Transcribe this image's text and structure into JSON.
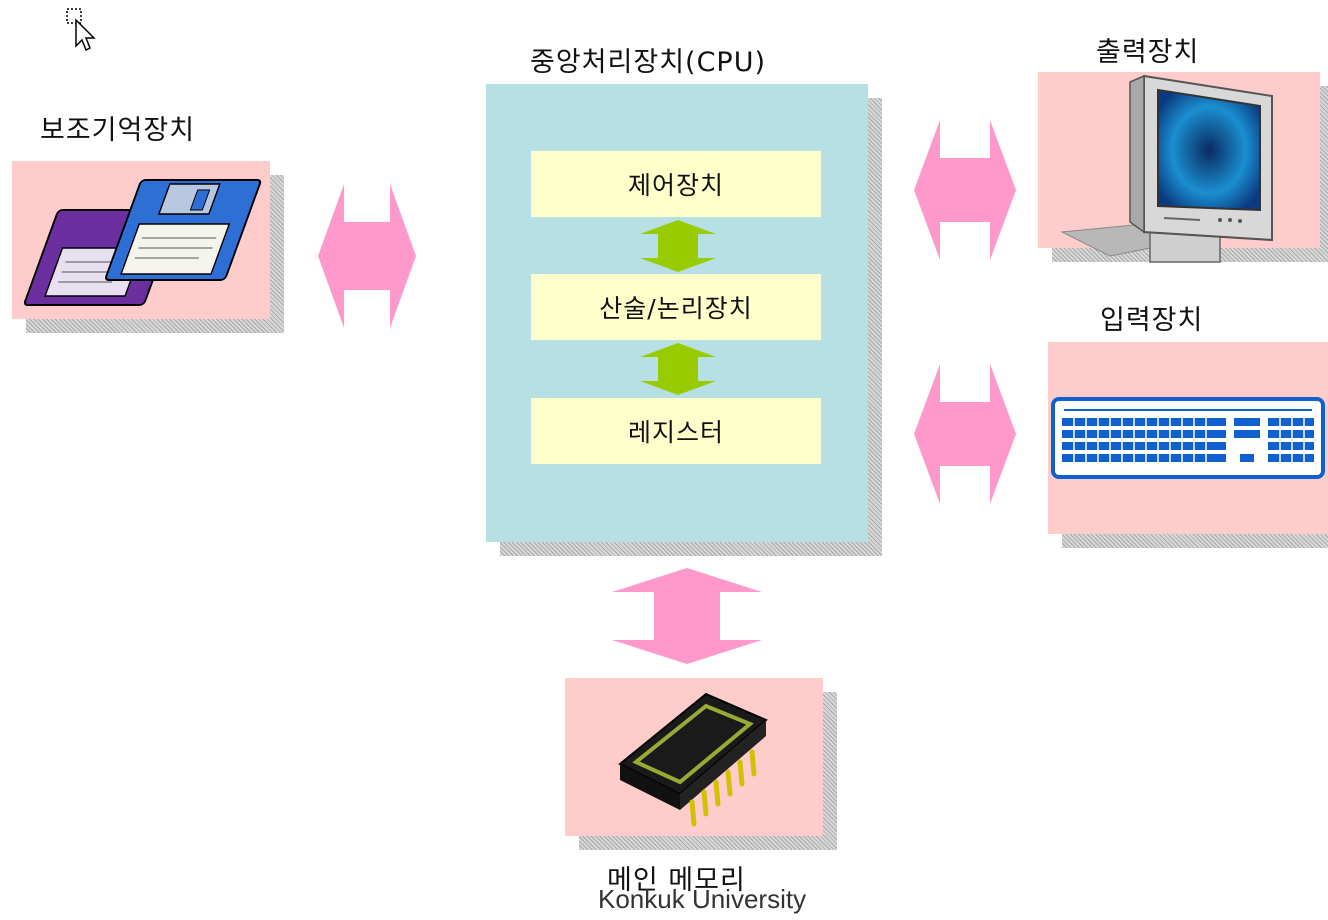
{
  "labels": {
    "aux_storage": "보조기억장치",
    "cpu": "중앙처리장치(CPU)",
    "output": "출력장치",
    "input": "입력장치",
    "main_memory": "메인 메모리"
  },
  "cpu_units": {
    "control": "제어장치",
    "alu": "산술/논리장치",
    "register": "레지스터"
  },
  "footer": "Konkuk University",
  "colors": {
    "card": "#ffcccc",
    "cpu": "#b7e0e4",
    "unit": "#ffffcc",
    "pink_arrow": "#ff99cc",
    "green_arrow": "#99cc00"
  },
  "icons": {
    "aux": "floppy-disk-icon",
    "output": "monitor-icon",
    "input": "keyboard-icon",
    "memory": "memory-chip-icon",
    "cursor": "selection-cursor-icon"
  }
}
